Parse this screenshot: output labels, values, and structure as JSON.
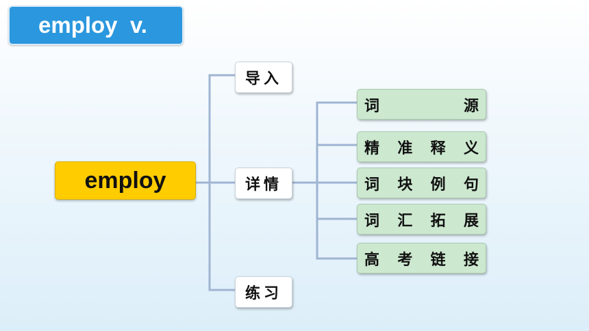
{
  "title": "employ  v.",
  "root": "employ",
  "branches": [
    {
      "label": "导入"
    },
    {
      "label": "详情"
    },
    {
      "label": "练习"
    }
  ],
  "details": [
    {
      "chars": [
        "词",
        "源"
      ]
    },
    {
      "chars": [
        "精",
        "准",
        "释",
        "义"
      ]
    },
    {
      "chars": [
        "词",
        "块",
        "例",
        "句"
      ]
    },
    {
      "chars": [
        "词",
        "汇",
        "拓",
        "展"
      ]
    },
    {
      "chars": [
        "高",
        "考",
        "链",
        "接"
      ]
    }
  ],
  "colors": {
    "title_bg": "#2b97de",
    "root_bg": "#ffcc00",
    "leaf_bg": "#cce8cf",
    "connector": "#9fb4d2"
  }
}
